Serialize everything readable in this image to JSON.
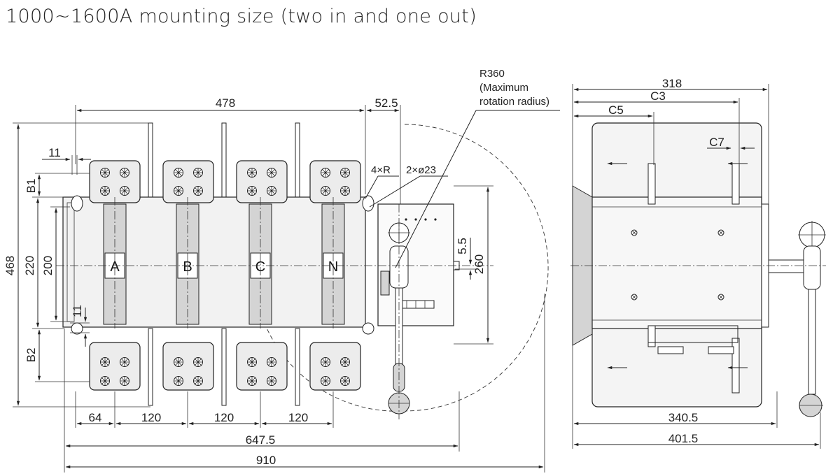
{
  "title": "1000~1600A mounting size (two in and one out)",
  "front_view": {
    "phases": [
      "A",
      "B",
      "C",
      "N"
    ],
    "dims": {
      "d478": "478",
      "d52_5": "52.5",
      "d11_top": "11",
      "b1": "B1",
      "b2": "B2",
      "d11_side": "11",
      "d468": "468",
      "d220": "220",
      "d200": "200",
      "d260": "260",
      "d5_5": "5.5",
      "d64": "64",
      "d120_1": "120",
      "d120_2": "120",
      "d120_3": "120",
      "d647_5": "647.5",
      "d910": "910"
    },
    "holes_label": "4×R",
    "dia_label": "2×ø23",
    "radius_note": [
      "R360",
      "(Maximum",
      "rotation radius)"
    ]
  },
  "side_view": {
    "dims": {
      "d318": "318",
      "c3": "C3",
      "c5": "C5",
      "c7": "C7",
      "d340_5": "340.5",
      "d401_5": "401.5"
    }
  },
  "colors": {
    "line": "#222222",
    "fill_light": "#ececec",
    "fill_gray": "#d4d4d4"
  }
}
